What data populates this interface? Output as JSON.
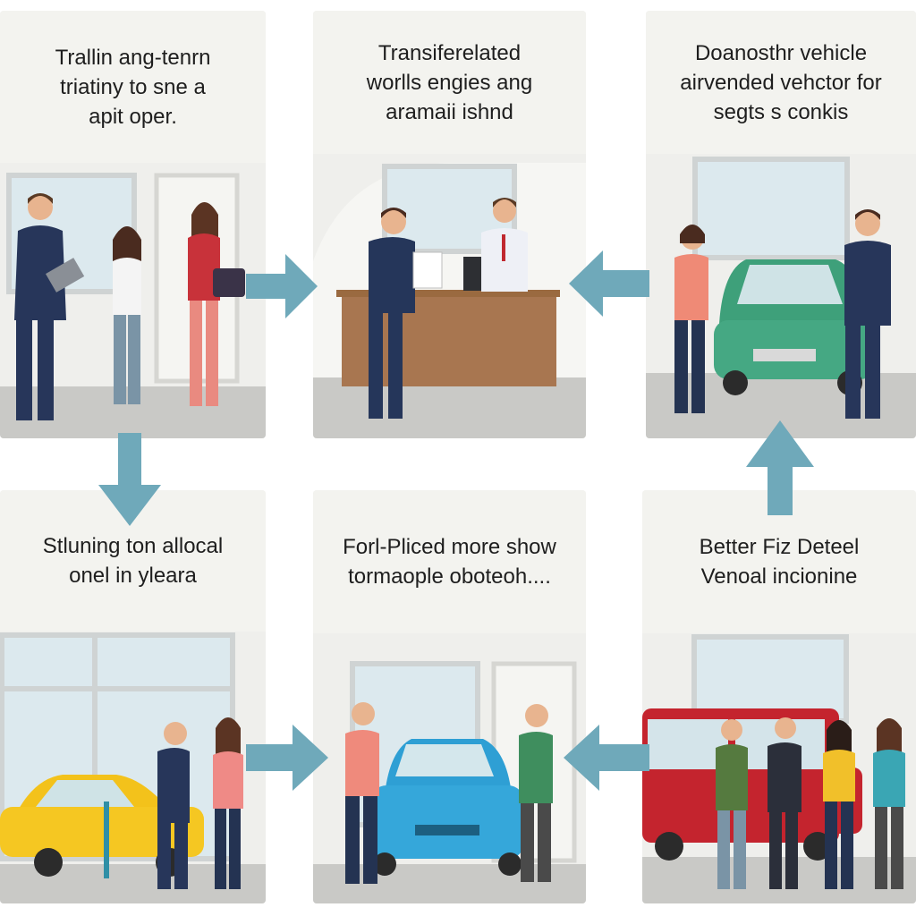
{
  "panels": [
    {
      "caption": [
        "Trallin ang-tenrn",
        "triatiny to sne a",
        "apit oper."
      ]
    },
    {
      "caption": [
        "Transiferelated",
        "worlls engies ang",
        "aramaii ishnd"
      ]
    },
    {
      "caption": [
        "Doanosthr vehicle",
        "airvended vehctor for",
        "segts s conkis"
      ]
    },
    {
      "caption": [
        "Stluning ton allocal",
        "onel in yleara"
      ]
    },
    {
      "caption": [
        "Forl-Pliced more show",
        "tormaople oboteoh...."
      ]
    },
    {
      "caption": [
        "Better Fiz Deteel",
        "Venoal incionine"
      ]
    }
  ],
  "colors": {
    "arrow": "#6fa9ba",
    "panel_bg": "#ededea",
    "floor": "#c9c9c6"
  }
}
